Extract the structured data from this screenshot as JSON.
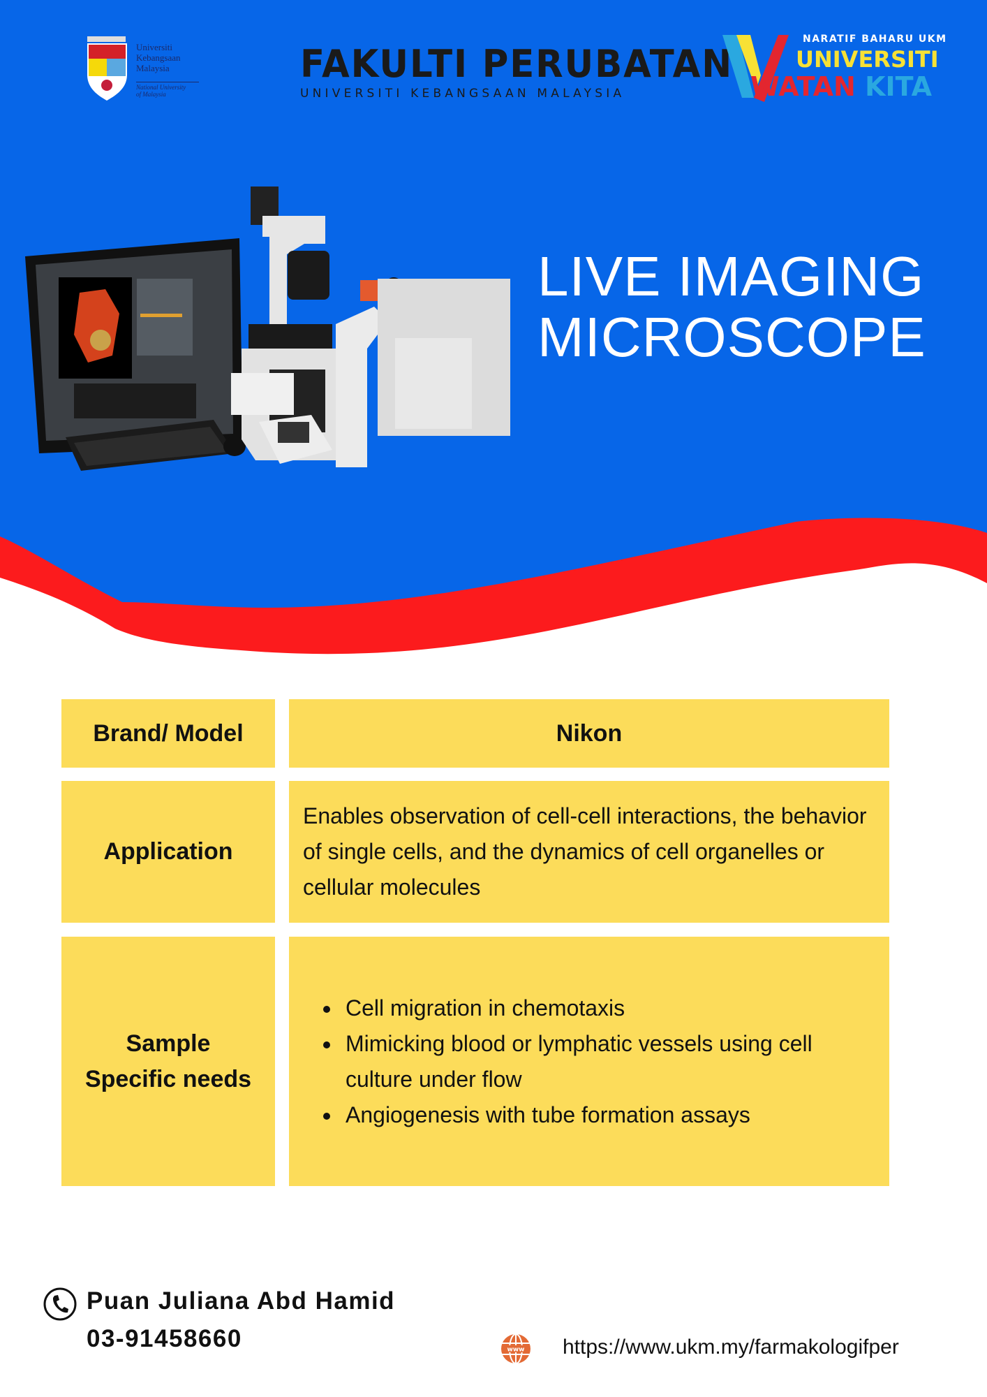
{
  "colors": {
    "blue": "#0766e8",
    "red": "#fc1b1d",
    "yellow": "#fcdc5a",
    "globe": "#e36a35"
  },
  "logos": {
    "ukm": {
      "lines": [
        "Universiti",
        "Kebangsaan",
        "Malaysia"
      ],
      "sub": [
        "National University",
        "of Malaysia"
      ]
    },
    "faculty": {
      "title": "FAKULTI PERUBATAN",
      "subtitle": "UNIVERSITI KEBANGSAAN MALAYSIA"
    },
    "campaign": {
      "top": "NARATIF BAHARU UKM",
      "middle": "UNIVERSITI",
      "bottom_a": "WATAN",
      "bottom_b": "KITA"
    }
  },
  "title": {
    "line1": "LIVE IMAGING",
    "line2": "MICROSCOPE"
  },
  "table": {
    "brand": {
      "label": "Brand/ Model",
      "value": "Nikon"
    },
    "application": {
      "label": "Application",
      "value": "Enables observation of cell-cell interactions, the behavior of single cells, and the dynamics of cell organelles or cellular molecules"
    },
    "sample": {
      "label_line1": "Sample",
      "label_line2": "Specific needs",
      "items": [
        "Cell migration in chemotaxis",
        "Mimicking blood or lymphatic vessels using cell culture under flow",
        "Angiogenesis with tube formation assays"
      ]
    }
  },
  "contact": {
    "icon": "phone-icon",
    "name": "Puan Juliana Abd Hamid",
    "phone": "03-91458660",
    "web_icon": "globe-www-icon",
    "url": "https://www.ukm.my/farmakologifper"
  }
}
